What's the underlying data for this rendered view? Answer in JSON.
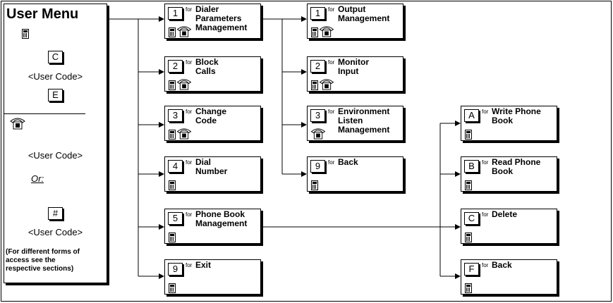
{
  "user_menu": {
    "title": "User Menu",
    "key_c": "C",
    "user_code_1": "<User Code>",
    "key_e": "E",
    "user_code_2": "<User Code>",
    "or_label": "Or:",
    "key_hash": "#",
    "user_code_3": "<User Code>",
    "note": "(For different forms of access see the respective sections)"
  },
  "main_menu": [
    {
      "key": "1",
      "for": "for",
      "label": "Dialer\nParameters\nManagement",
      "icons": [
        "keypad-icon",
        "phone-icon"
      ]
    },
    {
      "key": "2",
      "for": "for",
      "label": "Block\nCalls",
      "icons": [
        "keypad-icon",
        "phone-icon"
      ]
    },
    {
      "key": "3",
      "for": "for",
      "label": "Change\nCode",
      "icons": [
        "keypad-icon",
        "phone-icon"
      ]
    },
    {
      "key": "4",
      "for": "for",
      "label": "Dial\nNumber",
      "icons": [
        "keypad-icon"
      ]
    },
    {
      "key": "5",
      "for": "for",
      "label": "Phone Book\nManagement",
      "icons": [
        "keypad-icon"
      ]
    },
    {
      "key": "9",
      "for": "for",
      "label": "Exit",
      "icons": [
        "keypad-icon"
      ]
    }
  ],
  "dialer_submenu": [
    {
      "key": "1",
      "for": "for",
      "label": "Output\nManagement",
      "icons": [
        "keypad-icon",
        "phone-icon"
      ]
    },
    {
      "key": "2",
      "for": "for",
      "label": "Monitor\nInput",
      "icons": [
        "keypad-icon",
        "phone-icon"
      ]
    },
    {
      "key": "3",
      "for": "for",
      "label": "Environment\nListen\nManagement",
      "icons": [
        "phone-icon"
      ]
    },
    {
      "key": "9",
      "for": "for",
      "label": "Back",
      "icons": [
        "keypad-icon"
      ]
    }
  ],
  "phonebook_submenu": [
    {
      "key": "A",
      "for": "for",
      "label": "Write Phone\nBook",
      "icons": [
        "keypad-icon"
      ]
    },
    {
      "key": "B",
      "for": "for",
      "label": "Read Phone\nBook",
      "icons": [
        "keypad-icon"
      ]
    },
    {
      "key": "C",
      "for": "for",
      "label": "Delete",
      "icons": [
        "keypad-icon"
      ]
    },
    {
      "key": "F",
      "for": "for",
      "label": "Back",
      "icons": [
        "keypad-icon"
      ]
    }
  ]
}
